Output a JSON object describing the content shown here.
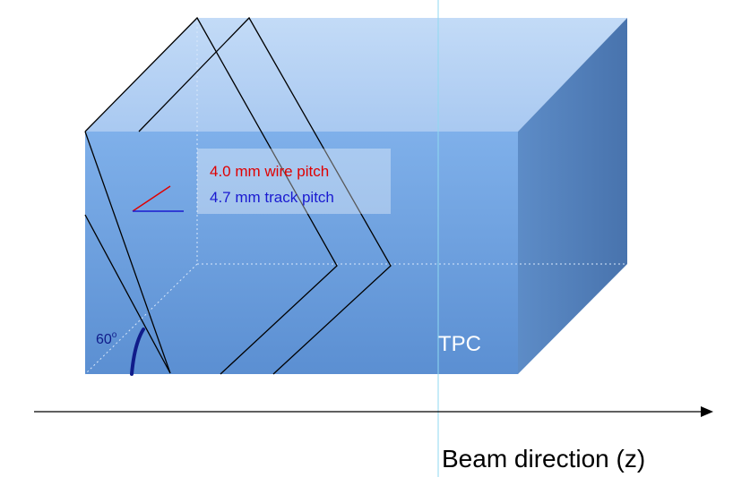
{
  "diagram": {
    "annotations": {
      "wire_pitch": "4.0 mm wire pitch",
      "track_pitch": "4.7 mm track pitch"
    },
    "angle_label": "60",
    "angle_unit": "o",
    "box_label": "TPC",
    "axis_label": "Beam direction (z)"
  },
  "colors": {
    "front_face": "#6d9fdc",
    "top_face": "#b3d0f5",
    "side_face": "#4f7fbd",
    "wire_pitch_text": "#e00000",
    "track_pitch_text": "#1a1ad0",
    "angle_arc": "#101c8a",
    "guide_line": "#8fd9f0"
  }
}
